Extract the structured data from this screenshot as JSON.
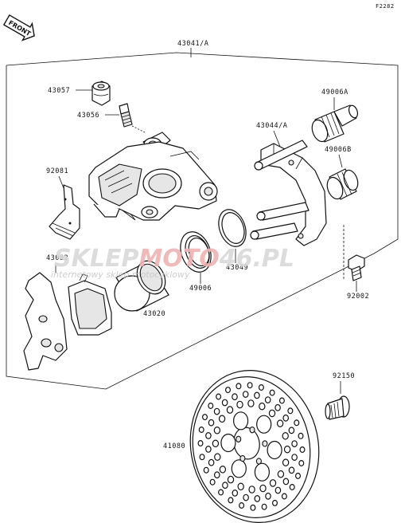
{
  "diagram_code": "F2282",
  "front_label": "FRONT",
  "parts": {
    "caliper_assy": "43041/A",
    "cap": "43057",
    "bleed_valve": "43056",
    "spring": "92081",
    "pad": "43082",
    "piston": "43020",
    "seal_dust": "49006",
    "seal_piston": "43049",
    "holder": "43044/A",
    "boot_a": "49006A",
    "boot_b": "49006B",
    "bolt": "92002",
    "screw": "92150",
    "disc": "41080"
  },
  "watermark": {
    "brand_part1": "SKLEP",
    "brand_part2": "MOTO",
    "brand_part3": "46.PL",
    "tagline": "internetowy sklep motocyklowy"
  },
  "colors": {
    "line": "#111111",
    "watermark_red": "#f0b3b3",
    "watermark_grey": "#cfcfcf"
  }
}
